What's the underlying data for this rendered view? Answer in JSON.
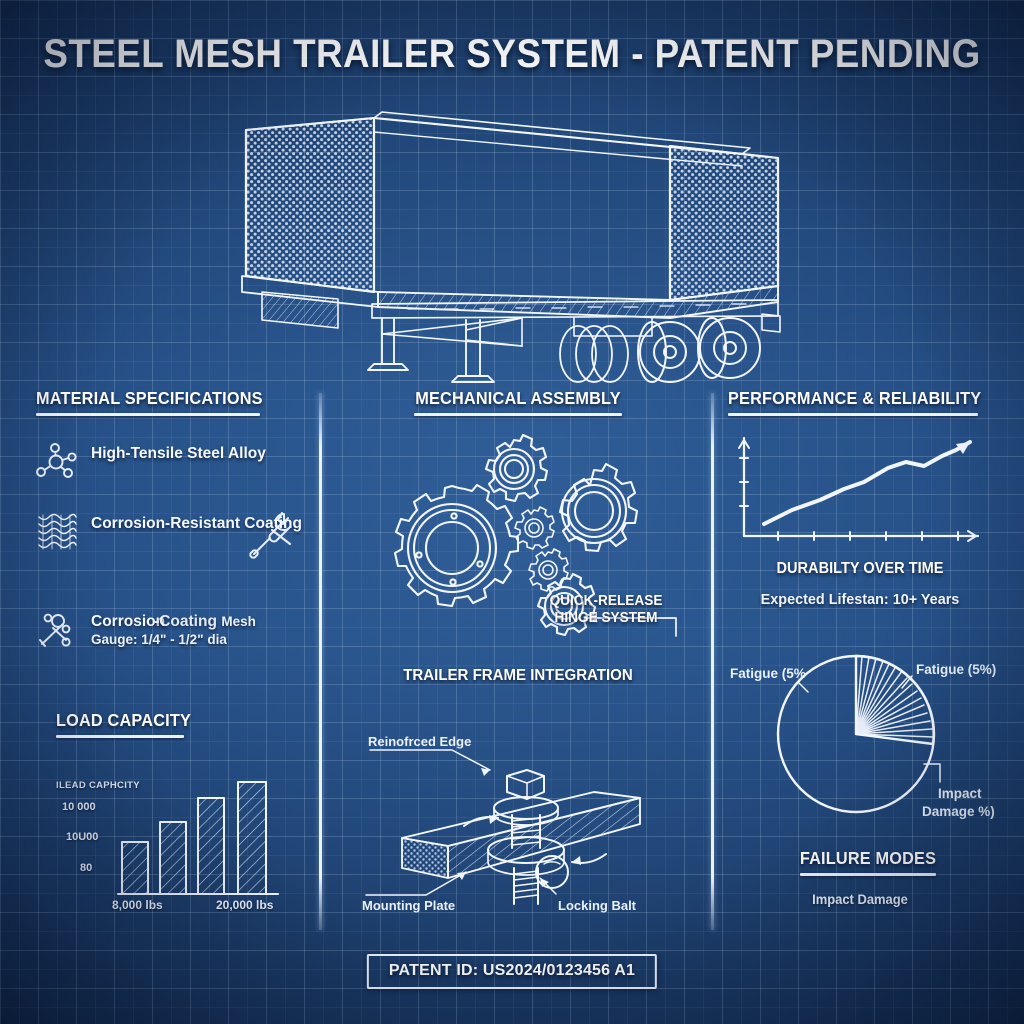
{
  "title": "STEEL MESH TRAILER SYSTEM - PATENT PENDING",
  "colors": {
    "background": "#27528a",
    "background_edge": "#1a3a66",
    "ink": "#f2f7ff",
    "grid": "#7fa5d4"
  },
  "hero": {
    "name": "steel-mesh-trailer-isometric-drawing"
  },
  "columns": {
    "left": {
      "heading": "MATERIAL SPECIFICATIONS",
      "items": [
        {
          "icon": "molecule-icon",
          "name": "High-Tensile Steel Alloy",
          "sub": ""
        },
        {
          "icon": "woven-mesh-icon",
          "name": "Corrosion-Resistant Coating",
          "sub": ""
        },
        {
          "icon": "tools-icon",
          "name": "Corrosion",
          "name_overlap": "-Coating",
          "sub": "Mesh Gauge: 1/4\" - 1/2\" dia"
        }
      ],
      "decor_icon": "wrench-hammer-icon",
      "chart_heading": "LOAD CAPACITY"
    },
    "middle": {
      "heading": "MECHANICAL ASSEMBLY",
      "gear_callout": "QUICK-RELEASE HINGE SYSTEM",
      "frame_heading": "TRAILER FRAME INTEGRATION",
      "bolt_labels": {
        "top_left": "Reinofrced Edge",
        "bottom_left": "Mounting Plate",
        "bottom_right": "Locking Balt"
      }
    },
    "right": {
      "heading": "PERFORMANCE & RELIABILITY",
      "line_caption": "DURABILTY OVER TIME",
      "lifespan": "Expected Lifestan: 10+ Years",
      "failure_heading": "FAILURE MODES",
      "failure_item": "Impact Damage"
    }
  },
  "chart_data": [
    {
      "type": "bar",
      "title": "LOAD CAPACITY",
      "ylabel": "lLEAD CAPHCITY",
      "xlabel": "",
      "categories": [
        "8,000 lbs",
        "",
        "",
        "20,000 lbs"
      ],
      "values": [
        38,
        58,
        80,
        97
      ],
      "ytick_labels": [
        "10 000",
        "10U00",
        "80"
      ],
      "grid": false,
      "legend": "none"
    },
    {
      "type": "line",
      "title": "DURABILTY OVER TIME",
      "xlabel": "DURABILTY OVER TIME",
      "ylabel": "",
      "annotation": "Expected Lifestan: 10+ Years",
      "x": [
        0,
        1,
        2,
        3,
        4,
        5,
        6,
        7,
        8,
        9,
        10
      ],
      "y": [
        8,
        19,
        28,
        38,
        44,
        56,
        62,
        58,
        68,
        75,
        92
      ],
      "grid": false,
      "legend": "none"
    },
    {
      "type": "pie",
      "title": "FAILURE MODES",
      "labels": [
        "Fatigue (5%",
        "Fatigue (5%)",
        "Impact Damage %)"
      ],
      "values": [
        28,
        72
      ],
      "slice_labels": [
        "Fatigue (5%)",
        "Impact Damage %)"
      ],
      "legend": "callout"
    }
  ],
  "footer": {
    "patent_id": "PATENT ID: US2024/0123456 A1"
  }
}
